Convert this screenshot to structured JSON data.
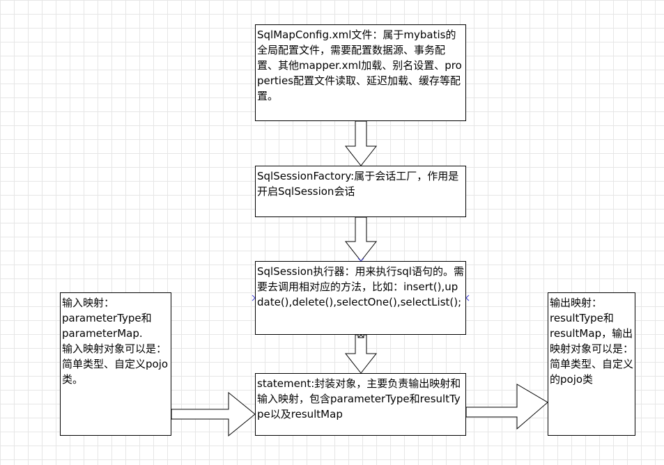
{
  "diagram": {
    "nodes": [
      {
        "id": "config",
        "text": "SqlMapConfig.xml文件：属于mybatis的全局配置文件，需要配置数据源、事务配置、其他mapper.xml加载、别名设置、properties配置文件读取、延迟加载、缓存等配置。"
      },
      {
        "id": "factory",
        "text": "SqlSessionFactory:属于会话工厂，作用是开启SqlSession会话"
      },
      {
        "id": "session",
        "text": "SqlSession执行器：用来执行sql语句的。需要去调用相对应的方法，比如：insert(),update(),delete(),selectOne(),selectList();"
      },
      {
        "id": "stmt",
        "text": "statement:封装对象，主要负责输出映射和输入映射，包含parameterType和resultType以及resultMap"
      },
      {
        "id": "input",
        "text": "输入映射：\nparameterType和\nparameterMap.\n输入映射对象可以是：简单类型、自定义pojo类。"
      },
      {
        "id": "output",
        "text": "输出映射：\nresultType和\nresultMap，输出映射对象可以是：简单类型、自定义的pojo类"
      }
    ],
    "edges": [
      {
        "from": "config",
        "to": "factory",
        "style": "hollow-arrow"
      },
      {
        "from": "factory",
        "to": "session",
        "style": "hollow-arrow"
      },
      {
        "from": "session",
        "to": "stmt",
        "style": "hollow-arrow"
      },
      {
        "from": "input",
        "to": "stmt",
        "style": "hollow-arrow"
      },
      {
        "from": "stmt",
        "to": "output",
        "style": "hollow-arrow"
      }
    ],
    "colors": {
      "stroke": "#000000",
      "fill": "#ffffff",
      "grid": "#e6e6e6",
      "handle": "#3b3bd6"
    }
  }
}
